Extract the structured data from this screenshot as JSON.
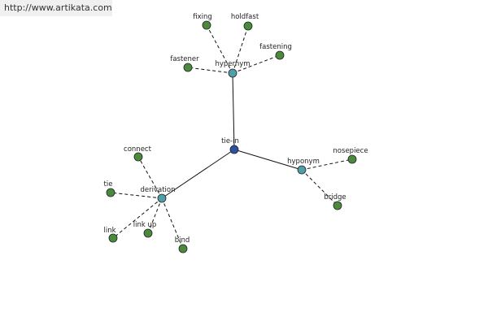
{
  "url": "http://www.artikata.com",
  "colors": {
    "center": "#2f4fa0",
    "category": "#4f9fa8",
    "leaf": "#4a8a3c",
    "edge": "#111111"
  },
  "graph": {
    "center": {
      "id": "tie-in",
      "label": "tie-in"
    },
    "categories": [
      {
        "id": "hypernym",
        "label": "hypernym",
        "children": [
          {
            "id": "fixing",
            "label": "fixing"
          },
          {
            "id": "holdfast",
            "label": "holdfast"
          },
          {
            "id": "fastening",
            "label": "fastening"
          },
          {
            "id": "fastener",
            "label": "fastener"
          }
        ]
      },
      {
        "id": "hyponym",
        "label": "hyponym",
        "children": [
          {
            "id": "nosepiece",
            "label": "nosepiece"
          },
          {
            "id": "bridge",
            "label": "bridge"
          }
        ]
      },
      {
        "id": "derivation",
        "label": "derivation",
        "children": [
          {
            "id": "connect",
            "label": "connect"
          },
          {
            "id": "tie",
            "label": "tie"
          },
          {
            "id": "link",
            "label": "link"
          },
          {
            "id": "link-up",
            "label": "link up"
          },
          {
            "id": "bind",
            "label": "bind"
          }
        ]
      }
    ]
  }
}
